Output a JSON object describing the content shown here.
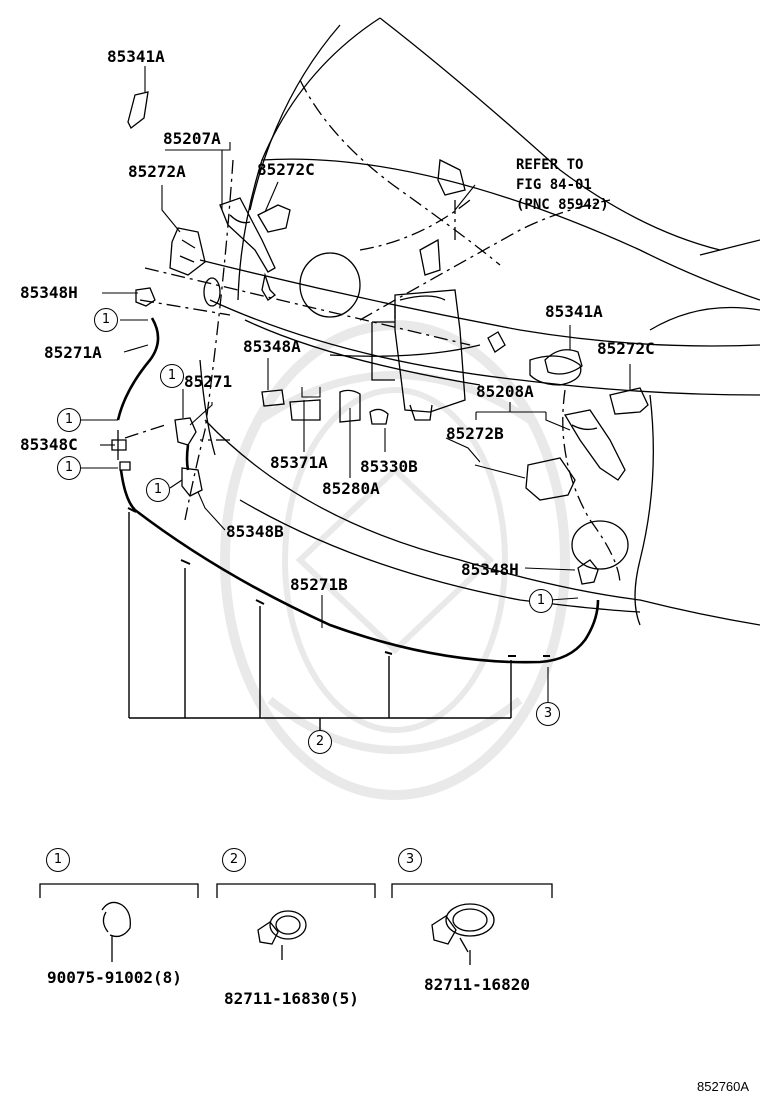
{
  "parts": {
    "p85341A_top": "85341A",
    "p85207A": "85207A",
    "p85272A": "85272A",
    "p85272C_top": "85272C",
    "p85348H_left": "85348H",
    "p85271A": "85271A",
    "p85348C": "85348C",
    "p85271": "85271",
    "p85348A": "85348A",
    "p85371A": "85371A",
    "p85330B": "85330B",
    "p85280A": "85280A",
    "p85348B": "85348B",
    "p85341A_right": "85341A",
    "p85272C_right": "85272C",
    "p85208A": "85208A",
    "p85272B": "85272B",
    "p85348H_right": "85348H",
    "p85271B": "85271B"
  },
  "refer_note": {
    "line1": "REFER TO",
    "line2": "FIG 84-01",
    "line3": "(PNC 85942)"
  },
  "callouts": {
    "c1": "1",
    "c2": "2",
    "c3": "3"
  },
  "legend": {
    "item1": {
      "number": "1",
      "part": "90075-91002(8)"
    },
    "item2": {
      "number": "2",
      "part": "82711-16830(5)"
    },
    "item3": {
      "number": "3",
      "part": "82711-16820"
    }
  },
  "figure_number": "852760A"
}
